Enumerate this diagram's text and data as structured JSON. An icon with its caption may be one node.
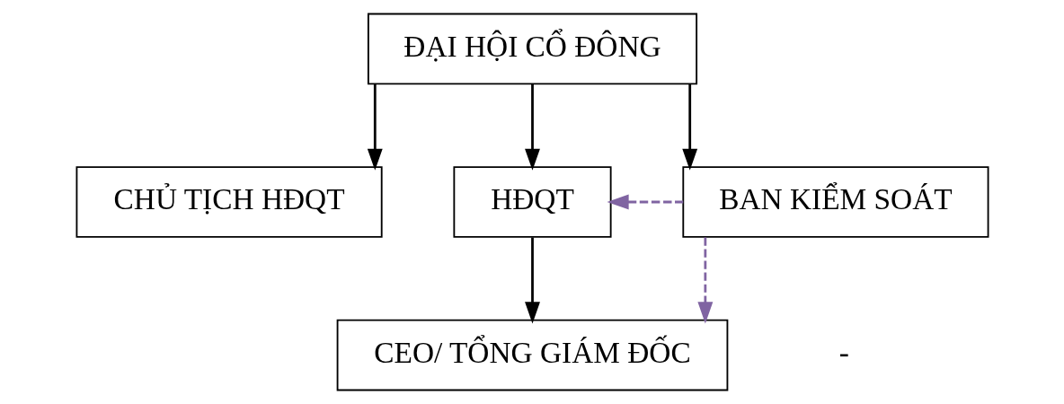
{
  "diagram": {
    "nodes": [
      {
        "text": [
          "ĐẠI HỘI CỔ ĐÔNG"
        ]
      },
      {
        "text": [
          "CHỦ TỊCH HĐQT"
        ]
      },
      {
        "text": [
          "HĐQT"
        ]
      },
      {
        "text": [
          "BAN KIỂM SOÁT"
        ]
      },
      {
        "text": [
          "CEO/ TỔNG GIÁM ĐỐC"
        ]
      }
    ],
    "edges": [
      {
        "from": 0,
        "to": 1,
        "arrow": "to"
      },
      {
        "from": 0,
        "to": 2,
        "arrow": "to"
      },
      {
        "from": 0,
        "to": 3,
        "arrow": "to"
      },
      {
        "from": 2,
        "to": 4,
        "arrow": "to"
      },
      {
        "from": 3,
        "to": 2,
        "arrow": "to",
        "style": "dashed",
        "color": "#8064a2"
      },
      {
        "from": 3,
        "to": 4,
        "arrow": "to",
        "style": "dashed",
        "color": "#8064a2"
      }
    ],
    "labels": [
      "-"
    ]
  }
}
